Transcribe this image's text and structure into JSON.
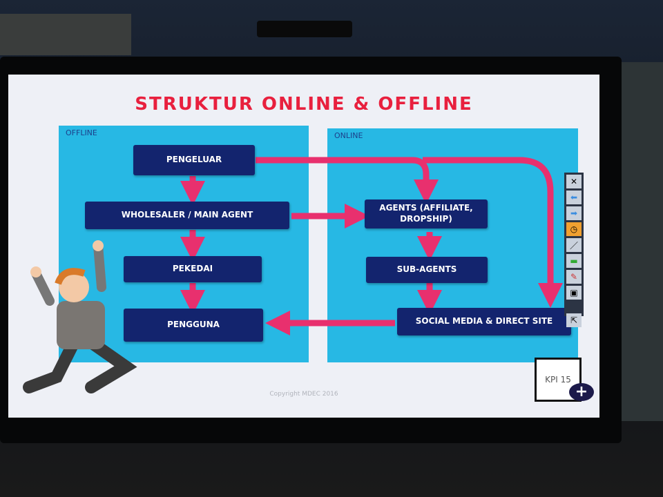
{
  "title": "STRUKTUR ONLINE & OFFLINE",
  "panels": {
    "offline": "OFFLINE",
    "online": "ONLINE"
  },
  "offline_nodes": {
    "pengeluar": "PENGELUAR",
    "wholesaler": "WHOLESALER / MAIN AGENT",
    "pekedai": "PEKEDAI",
    "pengguna": "PENGGUNA"
  },
  "online_nodes": {
    "agents": "AGENTS (AFFILIATE, DROPSHIP)",
    "subagents": "SUB-AGENTS",
    "social": "SOCIAL MEDIA & DIRECT SITE"
  },
  "footer": "Copyright MDEC 2016",
  "kpi": "KPI 15",
  "toolbar": [
    "close-icon",
    "back-arrow-icon",
    "forward-arrow-icon",
    "clock-icon",
    "pen-icon",
    "highlighter-icon",
    "text-icon",
    "screen-capture-icon",
    "exit-icon"
  ],
  "colors": {
    "arrow": "#e8306e",
    "box": "#13246e",
    "panel": "#27b8e4",
    "title": "#e8203e"
  }
}
